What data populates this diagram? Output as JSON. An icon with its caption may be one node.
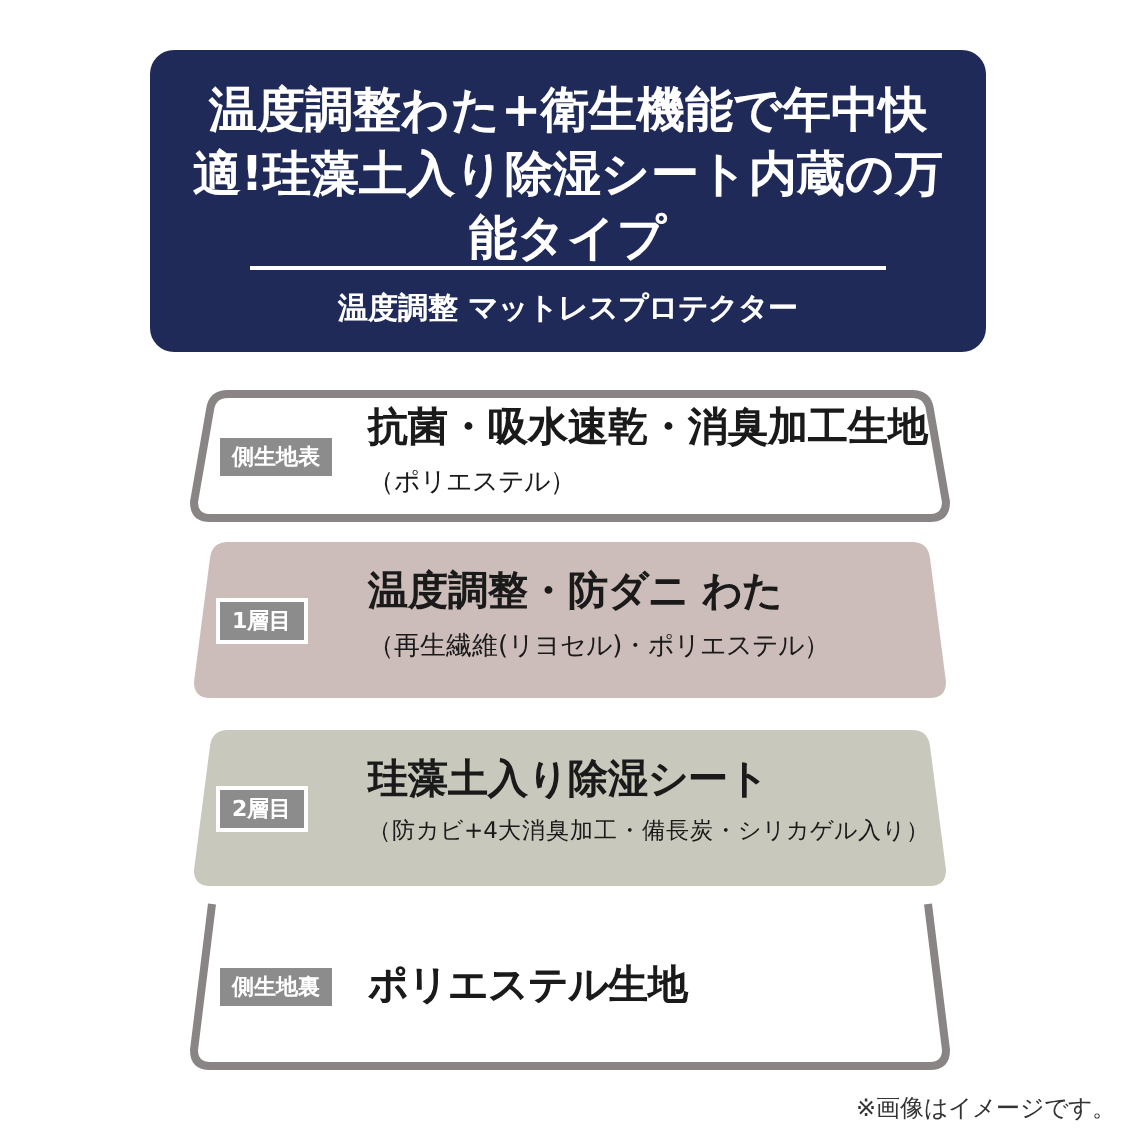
{
  "diagram": {
    "nodes": [
      {
        "text": [
          "温度調整わた+衛生機能で年中快適!珪藻土入り除湿シート内蔵の万能タイプ",
          "温度調整 マットレスプロテクター"
        ]
      },
      {
        "text": [
          "側生地表",
          "抗菌・吸水速乾・消臭加工生地",
          "（ポリエステル）"
        ]
      },
      {
        "text": [
          "1層目",
          "温度調整・防ダニ わた",
          "（再生繊維(リヨセル)・ポリエステル）"
        ]
      },
      {
        "text": [
          "2層目",
          "珪藻土入り除湿シート",
          "（防カビ+4大消臭加工・備長炭・シリカゲル入り）"
        ]
      },
      {
        "text": [
          "側生地裏",
          "ポリエステル生地"
        ]
      }
    ],
    "labels": [
      "※画像はイメージです。"
    ]
  }
}
